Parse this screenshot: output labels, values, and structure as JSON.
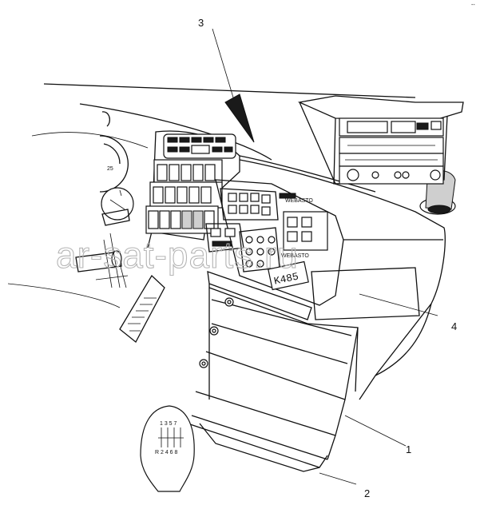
{
  "corner_mark": "‐‐",
  "callouts": [
    "1",
    "2",
    "3",
    "4"
  ],
  "gauge_reading": "25",
  "gear_pattern": {
    "top": "1 3 5 7",
    "bottom": "R 2 4 6 8"
  },
  "display_readout": "K485",
  "brand_plates": [
    "WEBASTO",
    "WEBASTO"
  ],
  "watermark": "ar-sat-parts.ru",
  "icons": [
    "arrow-icon",
    "gear-lever-icon",
    "gauge-icon",
    "switch-panel-icon",
    "display-panel-icon",
    "joystick-icon"
  ]
}
